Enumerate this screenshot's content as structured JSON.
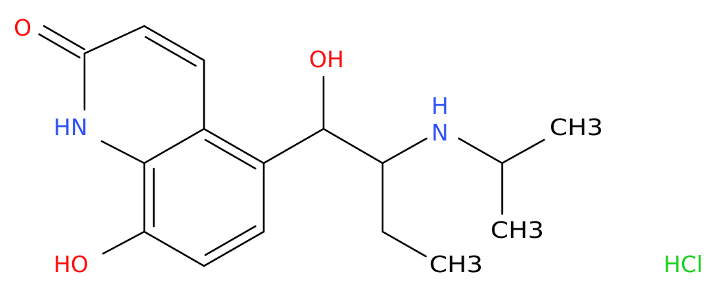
{
  "molecule": {
    "atoms": {
      "carbonyl_oxygen": "O",
      "ring_nitrogen": "HN",
      "phenol_hydroxyl": "HO",
      "side_hydroxyl": "OH",
      "amine_nitrogen": "N",
      "amine_hydrogen": "H",
      "methyl_top": "CH3",
      "methyl_bottom": "CH3",
      "methyl_ethyl": "CH3",
      "salt": "HCl"
    },
    "colors": {
      "oxygen": "#ff0d0d",
      "nitrogen": "#3050f8",
      "carbon": "#000000",
      "chlorine_salt": "#1fd01f"
    }
  }
}
